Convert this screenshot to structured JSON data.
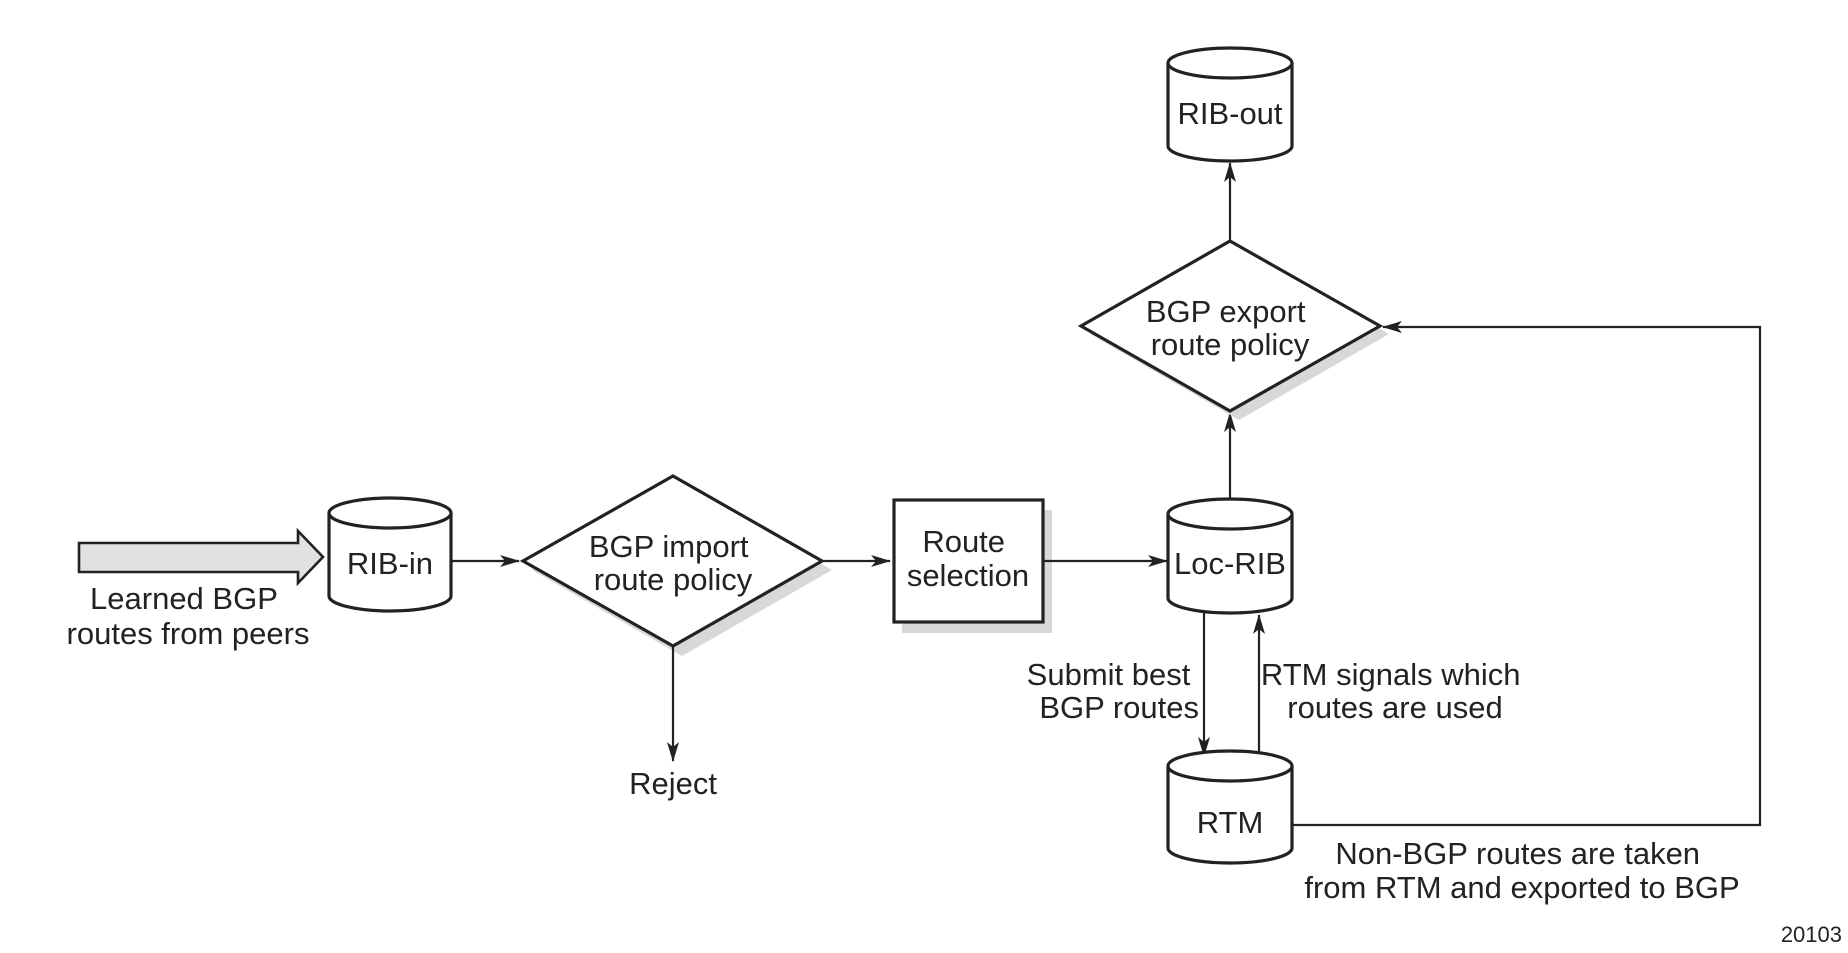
{
  "nodes": {
    "input_arrow": {
      "label_lines": [
        "Learned BGP",
        "routes from peers"
      ]
    },
    "rib_in": {
      "label": "RIB-in"
    },
    "import_policy": {
      "label_lines": [
        "BGP import",
        "route policy"
      ]
    },
    "reject": {
      "label": "Reject"
    },
    "route_selection": {
      "label_lines": [
        "Route",
        "selection"
      ]
    },
    "loc_rib": {
      "label": "Loc-RIB"
    },
    "export_policy": {
      "label_lines": [
        "BGP export",
        "route policy"
      ]
    },
    "rib_out": {
      "label": "RIB-out"
    },
    "rtm": {
      "label": "RTM"
    }
  },
  "edge_labels": {
    "submit_best": [
      "Submit best",
      "BGP routes"
    ],
    "rtm_signals": [
      "RTM signals which",
      "routes are used"
    ],
    "non_bgp": [
      "Non-BGP routes are taken",
      "from RTM and exported to BGP"
    ]
  },
  "figure_id": "20103",
  "colors": {
    "stroke": "#222222",
    "shadow": "#d8d8d8",
    "arrow_fill": "#e2e2e2"
  }
}
